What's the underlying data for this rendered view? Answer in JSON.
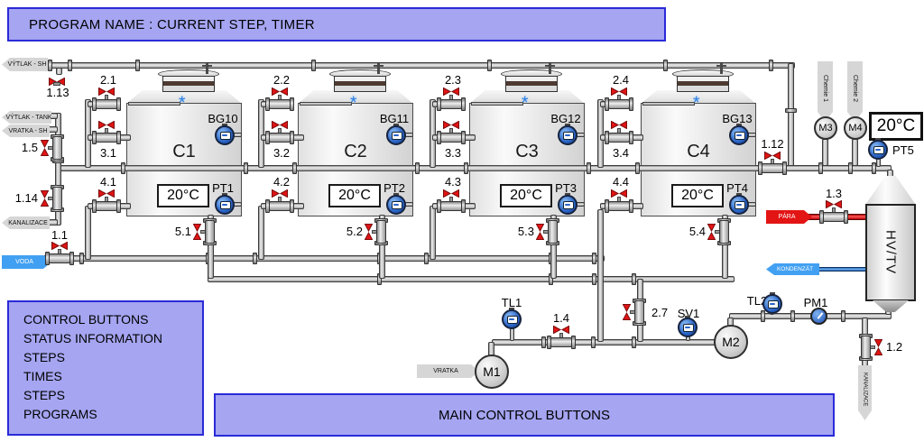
{
  "banner": {
    "title": "PROGRAM NAME : CURRENT STEP, TIMER"
  },
  "info_panel": {
    "lines": [
      "CONTROL BUTTONS",
      "STATUS INFORMATION",
      "STEPS",
      "TIMES",
      "STEPS",
      "PROGRAMS"
    ]
  },
  "main_panel": {
    "label": "MAIN CONTROL BUTTONS"
  },
  "tanks": [
    {
      "name": "C1",
      "temp": "20°C",
      "level_sensor": "BG10",
      "temp_sensor": "PT1",
      "valve_spray": "2.1",
      "valve_upper": "3.1",
      "valve_lower": "4.1",
      "valve_drain": "5.1"
    },
    {
      "name": "C2",
      "temp": "20°C",
      "level_sensor": "BG11",
      "temp_sensor": "PT2",
      "valve_spray": "2.2",
      "valve_upper": "3.2",
      "valve_lower": "4.2",
      "valve_drain": "5.2"
    },
    {
      "name": "C3",
      "temp": "20°C",
      "level_sensor": "BG12",
      "temp_sensor": "PT3",
      "valve_spray": "2.3",
      "valve_upper": "3.3",
      "valve_lower": "4.3",
      "valve_drain": "5.3"
    },
    {
      "name": "C4",
      "temp": "20°C",
      "level_sensor": "BG13",
      "temp_sensor": "PT4",
      "valve_spray": "2.4",
      "valve_upper": "3.4",
      "valve_lower": "4.4",
      "valve_drain": "5.4"
    }
  ],
  "valves": {
    "v1_1": "1.1",
    "v1_2": "1.2",
    "v1_3": "1.3",
    "v1_4": "1.4",
    "v1_5": "1.5",
    "v1_12": "1.12",
    "v1_13": "1.13",
    "v1_14": "1.14",
    "v2_7": "2.7"
  },
  "pumps": {
    "m1": "M1",
    "m2": "M2",
    "m3": "M3",
    "m4": "M4"
  },
  "sensors": {
    "tl1": "TL1",
    "tl2": "TL2",
    "sv1": "SV1",
    "pm1": "PM1",
    "pt5": "PT5"
  },
  "pipe_labels": {
    "vytlak_sh": "VÝTLAK - SH",
    "vytlak_tank": "VÝTLAK - TANK",
    "vratka_sh": "VRATKA - SH",
    "kanalizace_left": "KANALIZACE",
    "voda": "VODA",
    "vratka": "VRATKA",
    "para": "PÁRA",
    "kondenzat": "KONDENZÁT",
    "kanalizace_right": "KANALIZACE",
    "chemie1": "Chemie 1",
    "chemie2": "Chemie 2"
  },
  "hv_tank": {
    "label": "HV/TV",
    "temp_display": "20°C"
  },
  "colors": {
    "panel_fill": "#a5a5f2",
    "panel_border": "#2a2ad8",
    "valve_red": "#e31414",
    "sensor_blue": "#2a64c8",
    "voda_blue": "#42a0f2",
    "para_red": "#e31414"
  }
}
